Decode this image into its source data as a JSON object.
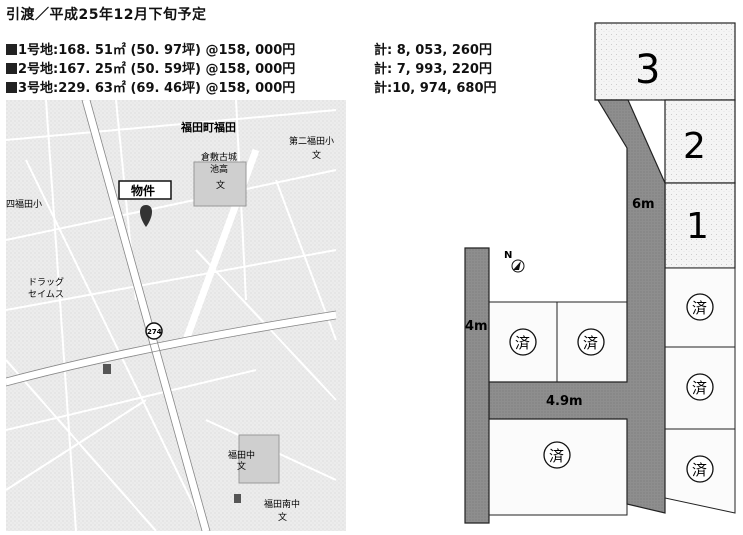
{
  "header": {
    "title": "引渡／平成25年12月下旬予定"
  },
  "lots": [
    {
      "label": "1号地:168. 51㎡ (50. 97坪) @158, 000円",
      "total": "計: 8, 053, 260円"
    },
    {
      "label": "2号地:167. 25㎡ (50. 59坪) @158, 000円",
      "total": "計: 7, 993, 220円"
    },
    {
      "label": "3号地:229. 63㎡ (69. 46坪) @158, 000円",
      "total": "計:10, 974, 680円"
    }
  ],
  "map": {
    "district": "福田町福田",
    "property_label": "物件",
    "school_kurashiki_1": "倉敷古城",
    "school_kurashiki_2": "池高",
    "school_daini_1": "第二福田小",
    "school_daishi": "四福田小",
    "drugstore_1": "ドラッグ",
    "drugstore_2": "セイムス",
    "route_number": "274",
    "fukuda_jhs": "福田中",
    "fukuda_minami": "福田南中",
    "school_symbol": "文"
  },
  "plan": {
    "lot3": "3",
    "lot2": "2",
    "lot1": "1",
    "road_6m": "6m",
    "road_4m": "4m",
    "road_49m": "4.9m",
    "north": "N",
    "sold_mark": "済"
  }
}
